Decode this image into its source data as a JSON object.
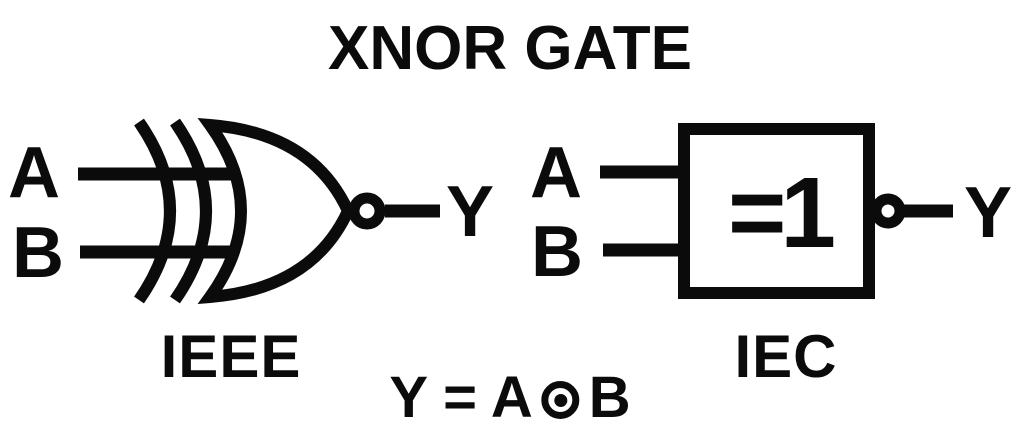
{
  "title": "XNOR GATE",
  "colors": {
    "ink": "#0b0b0b",
    "background": "#ffffff"
  },
  "gates": {
    "ieee": {
      "standard": "IEEE",
      "input_a": "A",
      "input_b": "B",
      "output": "Y",
      "symbol": "xor-shape-with-double-back-curve-and-inversion-bubble"
    },
    "iec": {
      "standard": "IEC",
      "input_a": "A",
      "input_b": "B",
      "output": "Y",
      "box_label": "=1",
      "symbol": "rectangle-with-inversion-bubble"
    }
  },
  "formula": {
    "text": "Y = A ⊙ B",
    "lhs": "Y = A",
    "rhs": "B",
    "operator": "circled-dot-xnor-operator"
  }
}
